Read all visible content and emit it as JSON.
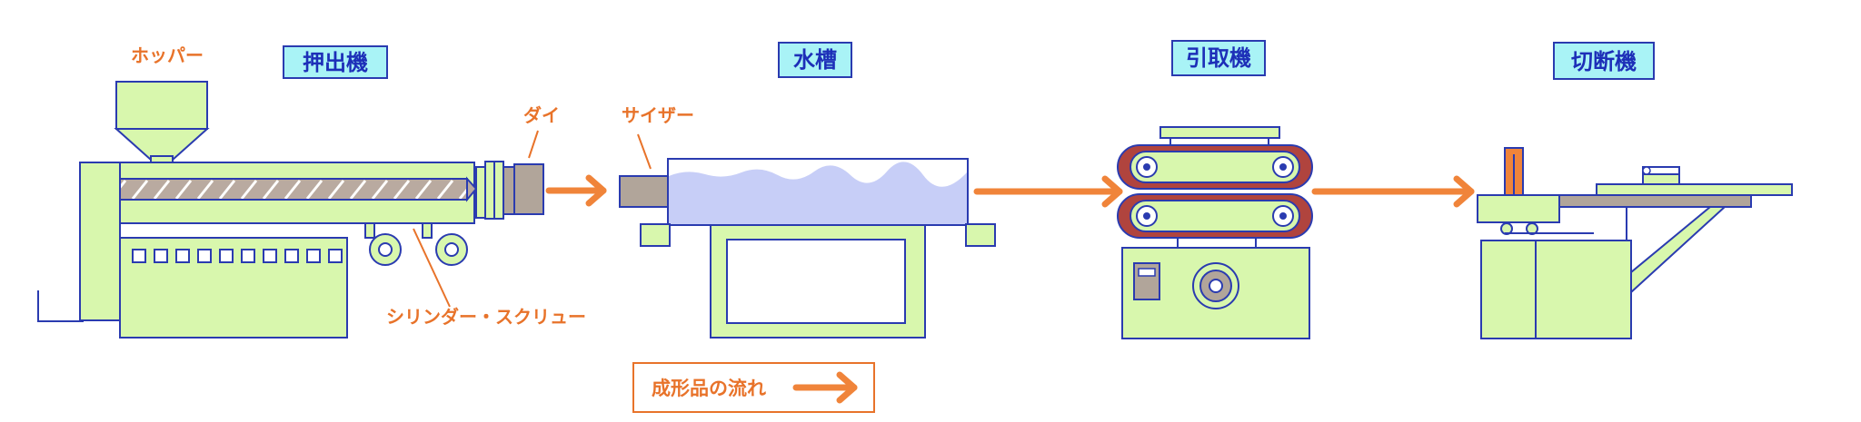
{
  "machines": {
    "extruder": "押出機",
    "water_tank": "水槽",
    "puller": "引取機",
    "cutter": "切断機"
  },
  "parts": {
    "hopper": "ホッパー",
    "die": "ダイ",
    "sizer": "サイザー",
    "cylinder_screw": "シリンダー・スクリュー"
  },
  "legend": {
    "label": "成形品の流れ"
  },
  "colors": {
    "machine_fill": "#d8f7ad",
    "machine_outline": "#2a3bb0",
    "label_box_fill": "#a9f3f6",
    "label_text": "#1d2fb8",
    "part_label": "#e8732a",
    "flow_arrow": "#f0843a",
    "water": "#c7cef7",
    "belt": "#b0443e",
    "metal": "#b1a59a"
  }
}
